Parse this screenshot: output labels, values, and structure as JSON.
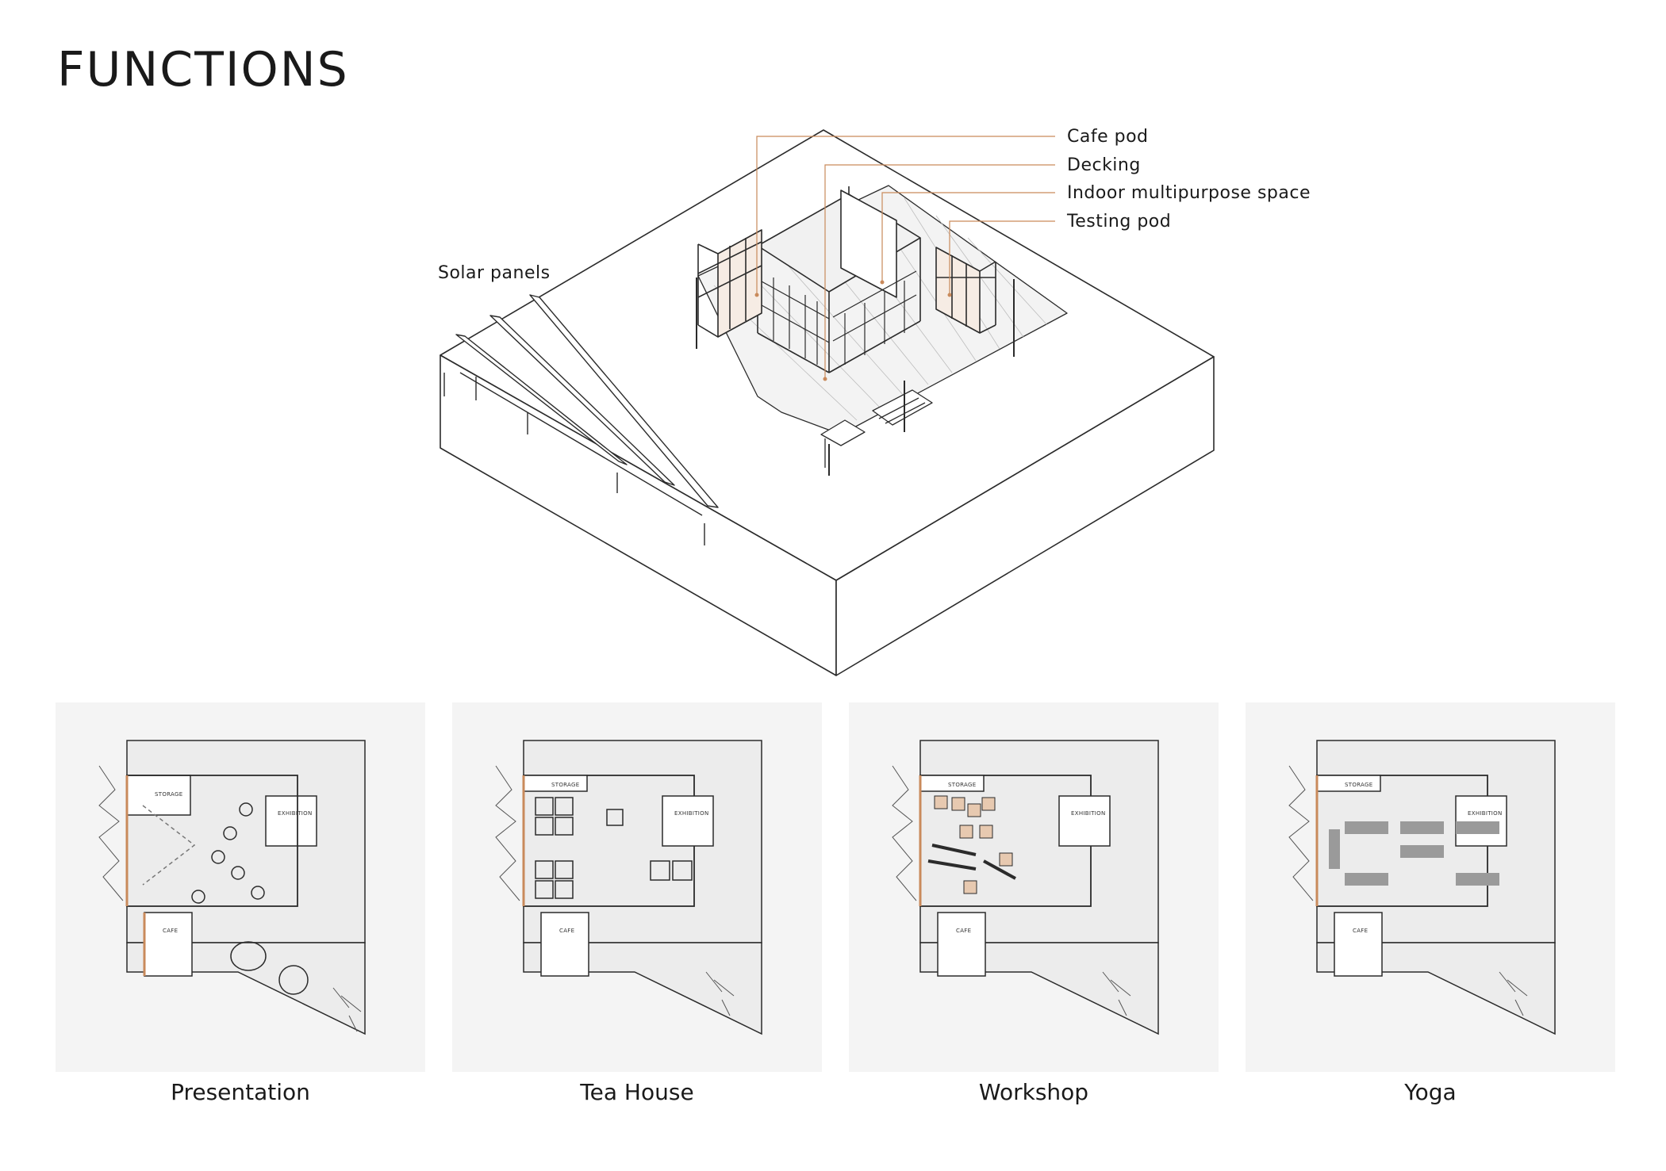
{
  "title": "FUNCTIONS",
  "axonometric": {
    "callouts": [
      {
        "id": "cafe-pod",
        "label": "Cafe pod"
      },
      {
        "id": "decking",
        "label": "Decking"
      },
      {
        "id": "indoor-multipurpose-space",
        "label": "Indoor multipurpose space"
      },
      {
        "id": "testing-pod",
        "label": "Testing pod"
      }
    ],
    "solar_label": "Solar panels"
  },
  "plans": [
    {
      "caption": "Presentation",
      "rooms": {
        "storage": "STORAGE",
        "exhibition": "EXHIBITION",
        "cafe": "CAFE"
      }
    },
    {
      "caption": "Tea House",
      "rooms": {
        "storage": "STORAGE",
        "exhibition": "EXHIBITION",
        "cafe": "CAFE"
      }
    },
    {
      "caption": "Workshop",
      "rooms": {
        "storage": "STORAGE",
        "exhibition": "EXHIBITION",
        "cafe": "CAFE"
      }
    },
    {
      "caption": "Yoga",
      "rooms": {
        "storage": "STORAGE",
        "exhibition": "EXHIBITION",
        "cafe": "CAFE"
      }
    }
  ],
  "colors": {
    "accent": "#c98a5b",
    "line": "#2b2b2b",
    "panel_bg": "#f4f4f4"
  }
}
